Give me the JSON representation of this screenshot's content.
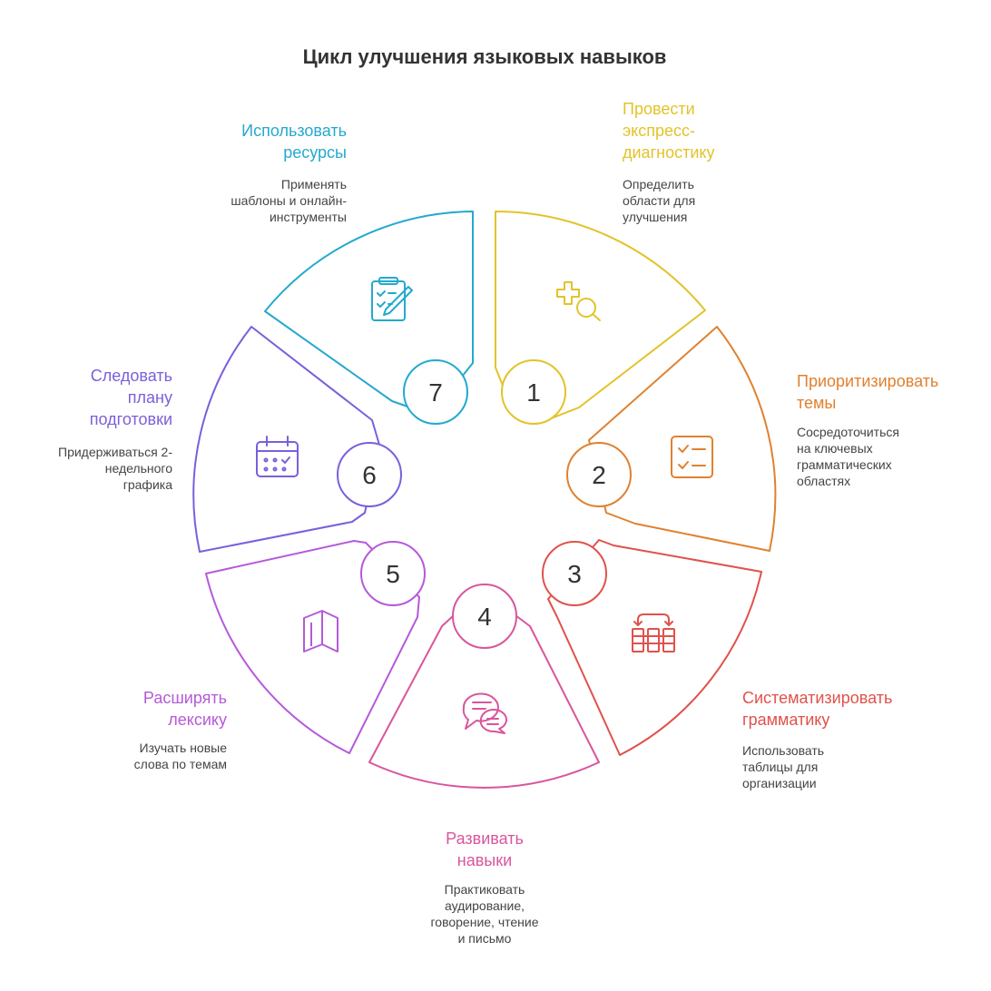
{
  "title": "Цикл улучшения языковых навыков",
  "steps": [
    {
      "num": "1",
      "label": "Провести\nэкспресс-\nдиагностику",
      "desc": "Определить\nобласти для\nулучшения",
      "color": "#E2C32A",
      "icon": "search-plus-icon"
    },
    {
      "num": "2",
      "label": "Приоритизировать\nтемы",
      "desc": "Сосредоточиться\nна ключевых\nграмматических\nобластях",
      "color": "#E0812F",
      "icon": "checklist-icon"
    },
    {
      "num": "3",
      "label": "Систематизировать\nграмматику",
      "desc": "Использовать\nтаблицы для\nорганизации",
      "color": "#E0524B",
      "icon": "table-arrows-icon"
    },
    {
      "num": "4",
      "label": "Развивать\nнавыки",
      "desc": "Практиковать\nаудирование,\nговорение, чтение\nи письмо",
      "color": "#D9559C",
      "icon": "chat-bubbles-icon"
    },
    {
      "num": "5",
      "label": "Расширять\nлексику",
      "desc": "Изучать новые\nслова по темам",
      "color": "#B55AD9",
      "icon": "book-icon"
    },
    {
      "num": "6",
      "label": "Следовать\nплану\nподготовки",
      "desc": "Придерживаться 2-\nнедельного\nграфика",
      "color": "#7B5FDB",
      "icon": "calendar-icon"
    },
    {
      "num": "7",
      "label": "Использовать\nресурсы",
      "desc": "Применять\nшаблоны и онлайн-\nинструменты",
      "color": "#25A9CF",
      "icon": "clipboard-edit-icon"
    }
  ]
}
